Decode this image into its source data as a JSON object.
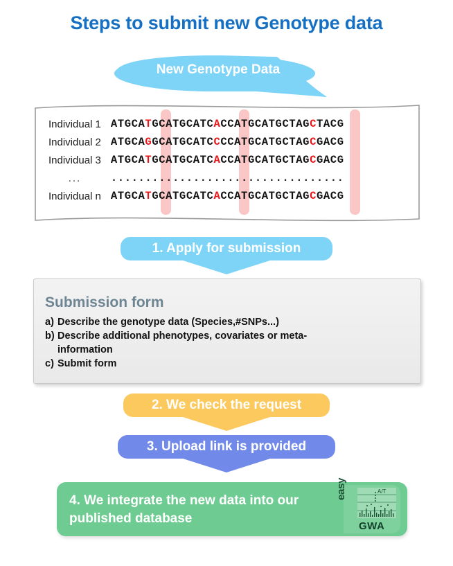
{
  "page": {
    "title": "Steps to submit new Genotype data",
    "title_color": "#1570c4",
    "background": "#ffffff"
  },
  "input_banner": {
    "label": "New Genotype Data",
    "color": "#7ed4f7"
  },
  "genotype_table": {
    "snp_columns": [
      5,
      15,
      29
    ],
    "highlight_color": "#f9b0b0",
    "snp_text_color": "#e8151a",
    "rows": [
      {
        "label": "Individual 1",
        "sequence": "ATGCATGCATGCATCACCATGCATGCTAGCTACG"
      },
      {
        "label": "Individual 2",
        "sequence": "ATGCAGGCATGCATCCCCATGCATGCTAGCGACG"
      },
      {
        "label": "Individual 3",
        "sequence": "ATGCATGCATGCATCACCATGCATGCTAGCGACG"
      },
      {
        "label": "...",
        "sequence": ".................................."
      },
      {
        "label": "Individual n",
        "sequence": "ATGCATGCATGCATCACCATGCATGCTAGCGACG"
      }
    ]
  },
  "steps": [
    {
      "label": "1. Apply for submission",
      "color": "#7ed4f7"
    },
    {
      "label": "2. We check the request",
      "color": "#fcc95f"
    },
    {
      "label": "3. Upload link is provided",
      "color": "#7189e8"
    }
  ],
  "submission_form": {
    "title": "Submission form",
    "title_color": "#6d8593",
    "items": [
      {
        "marker": "a)",
        "text": "Describe the genotype data (Species,#SNPs...)",
        "continuation": ""
      },
      {
        "marker": "b)",
        "text": "Describe additional phenotypes, covariates or meta-",
        "continuation": "information"
      },
      {
        "marker": "c)",
        "text": "Submit form",
        "continuation": ""
      }
    ]
  },
  "final_step": {
    "label": "4. We integrate the new data into our published database",
    "color": "#6ecb92",
    "logo": {
      "easy": "easy",
      "gwa": "GWA",
      "annotation": "A/T"
    }
  }
}
